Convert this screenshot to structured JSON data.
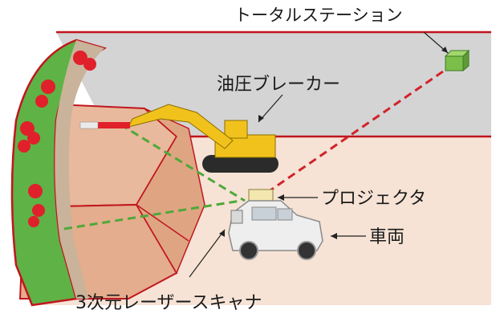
{
  "labels": {
    "total_station": "トータルステーション",
    "breaker": "油圧ブレーカー",
    "projector": "プロジェクタ",
    "vehicle": "車両",
    "scanner": "3次元レーザースキャナ"
  },
  "colors": {
    "ceiling": "#d4d4d4",
    "floor": "#f6e3d5",
    "tunnel_face": "#e8b99c",
    "lining_green": "#5fb246",
    "dots_red": "#e0202a",
    "excavator_yellow": "#f2c21c",
    "laser_red": "#d2222a",
    "laser_green": "#4fa83a",
    "station_green": "#7bbf4a"
  }
}
